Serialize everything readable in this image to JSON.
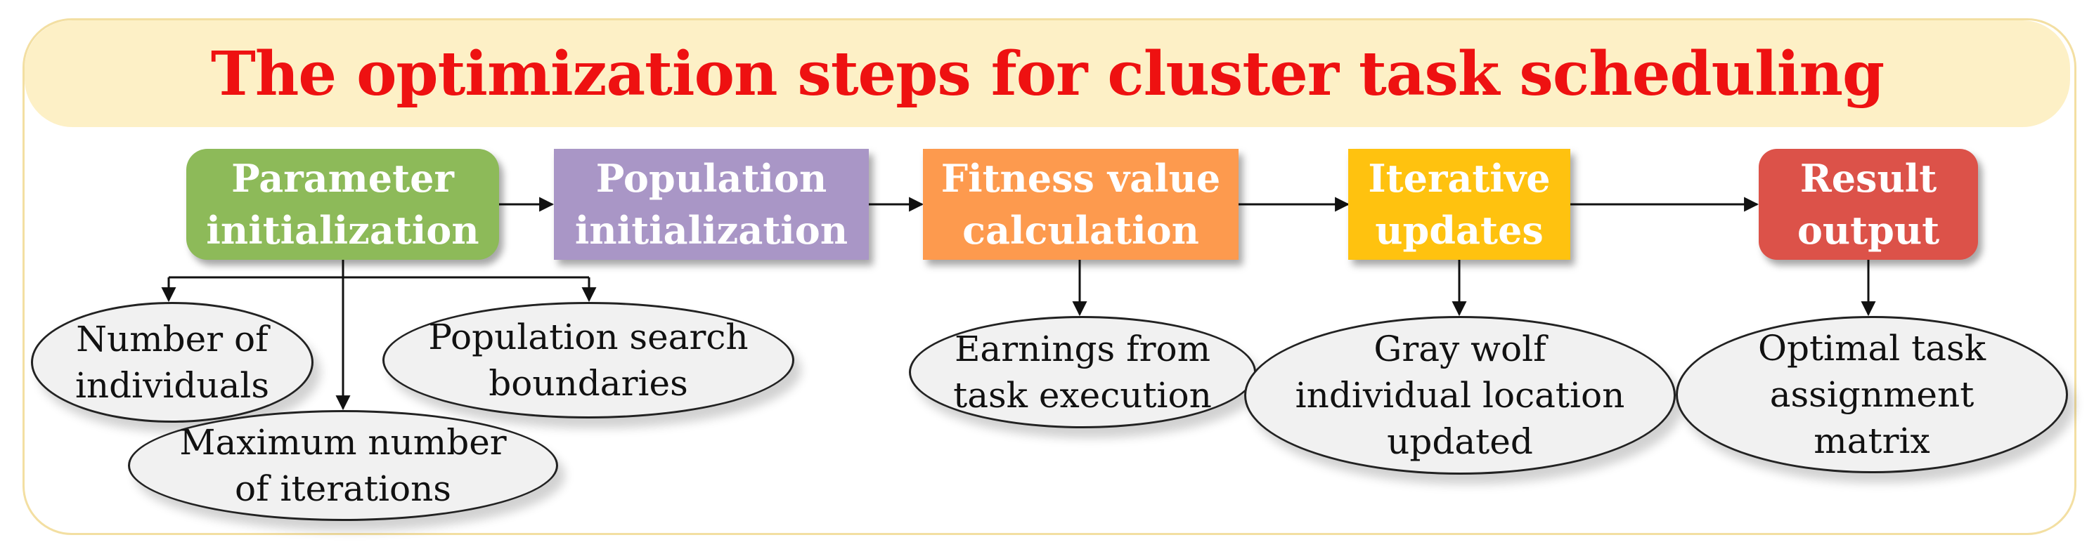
{
  "title": "The optimization steps for cluster task scheduling",
  "colors": {
    "title": "#ee1111",
    "banner": "#fdf0c6",
    "step1": "#8dba59",
    "step2": "#a996c6",
    "step3": "#fd9a4e",
    "step4": "#ffc20f",
    "step5": "#dc5249"
  },
  "steps": [
    {
      "label": "Parameter\ninitialization"
    },
    {
      "label": "Population\ninitialization"
    },
    {
      "label": "Fitness value\ncalculation"
    },
    {
      "label": "Iterative\nupdates"
    },
    {
      "label": "Result\noutput"
    }
  ],
  "details": {
    "num_individuals": "Number of\nindividuals",
    "max_iterations": "Maximum number\nof iterations",
    "search_boundaries": "Population search\nboundaries",
    "earnings": "Earnings from\ntask execution",
    "gray_wolf": "Gray wolf\nindividual location\nupdated",
    "optimal_matrix": "Optimal task\nassignment\nmatrix"
  }
}
